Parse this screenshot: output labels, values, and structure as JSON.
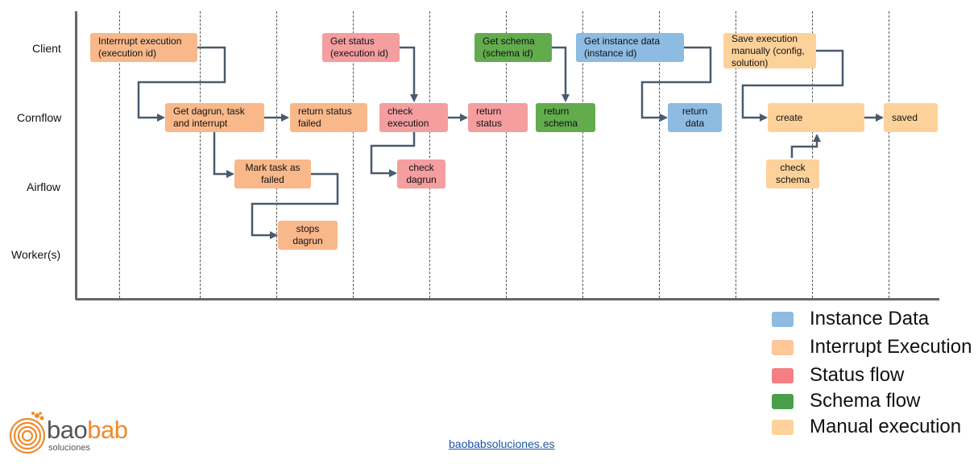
{
  "lanes": {
    "client": "Client",
    "cornflow": "Cornflow",
    "airflow": "Airflow",
    "workers": "Worker(s)"
  },
  "boxes": {
    "interrupt_execution": "Interrrupt execution\n(execution id)",
    "get_dagrun": "Get dagrun, task\nand interrupt",
    "return_status_failed": "return status\nfailed",
    "mark_task_failed": "Mark task as\nfailed",
    "stops_dagrun": "stops\ndagrun",
    "get_status": "Get status\n(execution id)",
    "check_execution": "check\nexecution",
    "return_status": "return\nstatus",
    "check_dagrun": "check\ndagrun",
    "get_schema": "Get schema\n(schema id)",
    "return_schema": "return\nschema",
    "get_instance_data": "Get instance data\n(instance id)",
    "return_data": "return\ndata",
    "save_execution": "Save execution\nmanually (config,\nsolution)",
    "create": "create",
    "saved": "saved",
    "check_schema": "check\nschema"
  },
  "colors": {
    "interrupt": "#f9b88a",
    "status": "#f59ea0",
    "schema": "#62ac4e",
    "instance": "#8dbbe2",
    "manual": "#fdd29a",
    "arrow": "#4a5a6e"
  },
  "legend": [
    {
      "label": "Instance Data",
      "color": "#8dbbe2"
    },
    {
      "label": "Interrupt Execution",
      "color": "#fdc79a"
    },
    {
      "label": "Status flow",
      "color": "#f47f83"
    },
    {
      "label": "Schema flow",
      "color": "#4aa04a"
    },
    {
      "label": "Manual execution",
      "color": "#fdd29a"
    }
  ],
  "logo": {
    "bao": "bao",
    "bab": "bab",
    "sub": "soluciones"
  },
  "footer": {
    "link": "baobabsoluciones.es"
  }
}
